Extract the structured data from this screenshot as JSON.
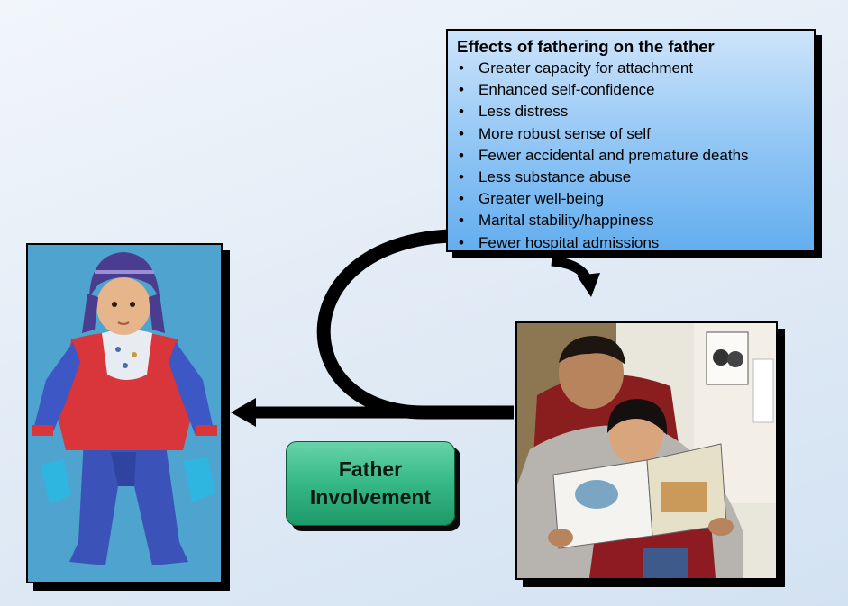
{
  "effects": {
    "title": "Effects of fathering on the father",
    "items": [
      "Greater capacity for attachment",
      "Enhanced self-confidence",
      "Less distress",
      "More robust sense of self",
      "Fewer accidental and premature deaths",
      "Less substance abuse",
      "Greater well-being",
      "Marital stability/happiness",
      "Fewer hospital admissions"
    ]
  },
  "involvement": {
    "line1": "Father",
    "line2": "Involvement"
  },
  "photos": {
    "child": "toddler-in-snowsuit-photo",
    "father": "father-reading-to-child-photo"
  },
  "colors": {
    "background": "#e3ecf6",
    "effects_box": "#8ec4f4",
    "involvement_box": "#35b886",
    "arrow": "#000000"
  }
}
